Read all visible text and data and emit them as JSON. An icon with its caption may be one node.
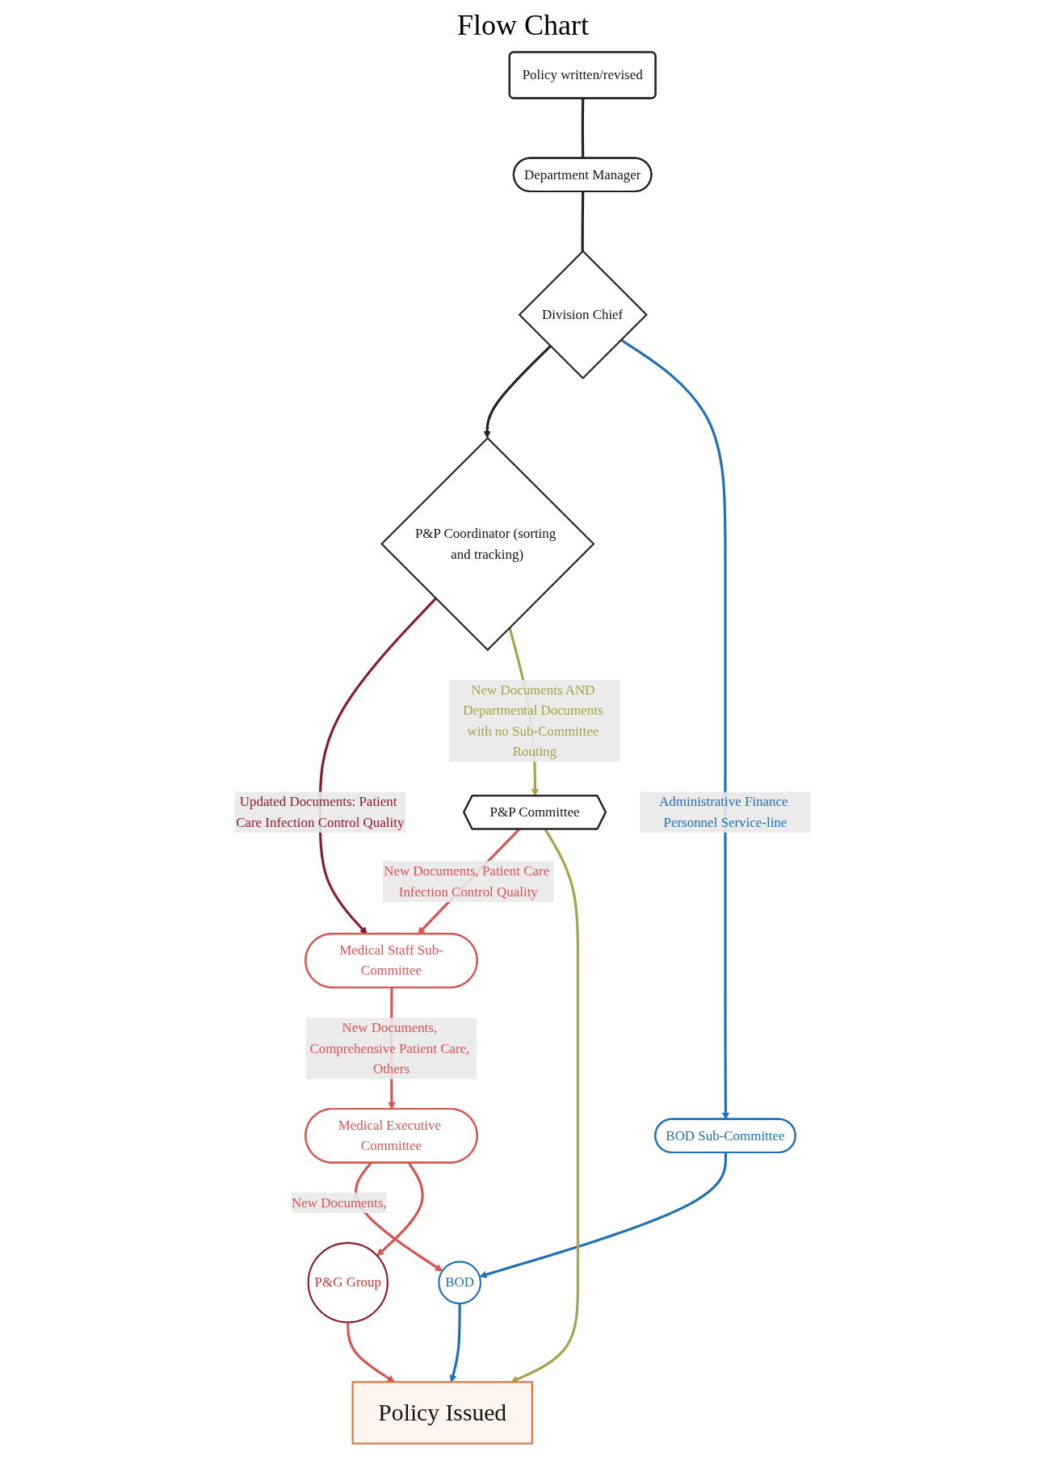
{
  "diagram": {
    "title": "Flow Chart",
    "nodes": [
      {
        "text": [
          "Policy written/revised"
        ]
      },
      {
        "text": [
          "Department Manager"
        ]
      },
      {
        "text": [
          "Division Chief"
        ]
      },
      {
        "text": [
          "P&P Coordinator (sorting and tracking)"
        ]
      },
      {
        "text": [
          "P&P Committee"
        ]
      },
      {
        "text": [
          "Medical Staff Sub-Committee"
        ]
      },
      {
        "text": [
          "BOD Sub-Committee"
        ]
      },
      {
        "text": [
          "Medical Executive Committee"
        ]
      },
      {
        "text": [
          "P&G Group"
        ]
      },
      {
        "text": [
          "BOD"
        ]
      },
      {
        "text": [
          "Policy Issued"
        ]
      }
    ],
    "edges": [
      {
        "from": 0,
        "to": 1,
        "arrow": "none",
        "color": "#222222"
      },
      {
        "from": 1,
        "to": 2,
        "arrow": "none",
        "color": "#222222"
      },
      {
        "from": 2,
        "to": 3,
        "arrow": "to",
        "color": "#222222"
      },
      {
        "from": 2,
        "to": 6,
        "arrow": "to",
        "label": "Administrative Finance Personnel Service-line",
        "color": "#1f6fb5"
      },
      {
        "from": 3,
        "to": 5,
        "arrow": "to",
        "label": "Updated Documents: Patient Care Infection Control Quality",
        "color": "#8b1a2b"
      },
      {
        "from": 3,
        "to": 4,
        "arrow": "to",
        "label": "New Documents AND Departmental Documents with no Sub-Committee Routing",
        "color": "#a8a24a"
      },
      {
        "from": 4,
        "to": 5,
        "arrow": "to",
        "label": "New Documents, Patient Care Infection Control Quality"
      },
      {
        "from": 5,
        "to": 7,
        "arrow": "to",
        "label": "New Documents, Comprehensive Patient Care, Others"
      },
      {
        "from": 6,
        "to": 9,
        "arrow": "to",
        "color": "#1f6fb5"
      },
      {
        "from": 7,
        "to": 9,
        "arrow": "to",
        "label": "New Documents,"
      },
      {
        "from": 7,
        "to": 8,
        "arrow": "to"
      },
      {
        "from": 8,
        "to": 10,
        "arrow": "to"
      },
      {
        "from": 4,
        "to": 10,
        "arrow": "to",
        "color": "#a8a24a"
      },
      {
        "from": 9,
        "to": 10,
        "arrow": "to",
        "color": "#1f6fb5"
      }
    ]
  }
}
